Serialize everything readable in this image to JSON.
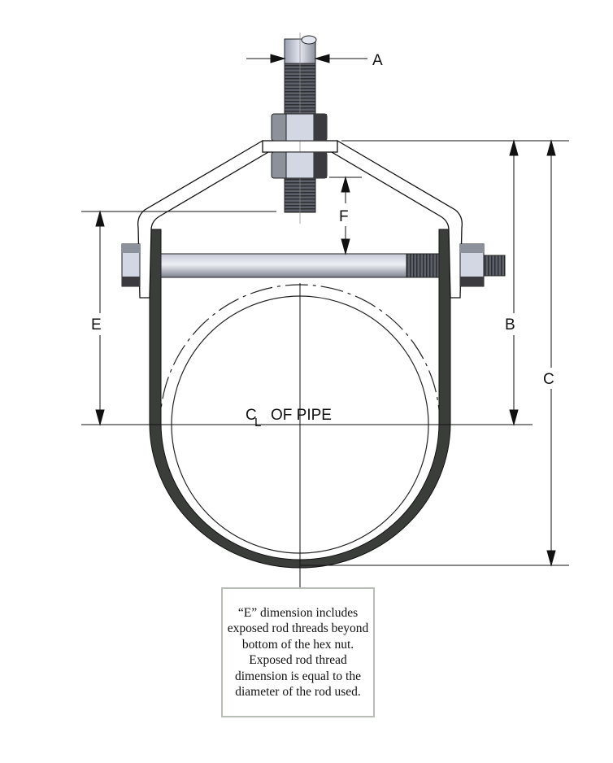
{
  "labels": {
    "a": "A",
    "b": "B",
    "c": "C",
    "e": "E",
    "f": "F",
    "centerline_symbol_c": "C",
    "centerline_symbol_l": "L",
    "centerline_text": "OF PIPE"
  },
  "note": "“E” dimension includes exposed rod threads beyond bottom of the hex nut. Exposed rod thread dimension is equal to the diameter of the rod used.",
  "colors": {
    "steel_light": "#c9cede",
    "steel_dark": "#3a3a3f",
    "hanger_band": "#3b3d3b"
  }
}
